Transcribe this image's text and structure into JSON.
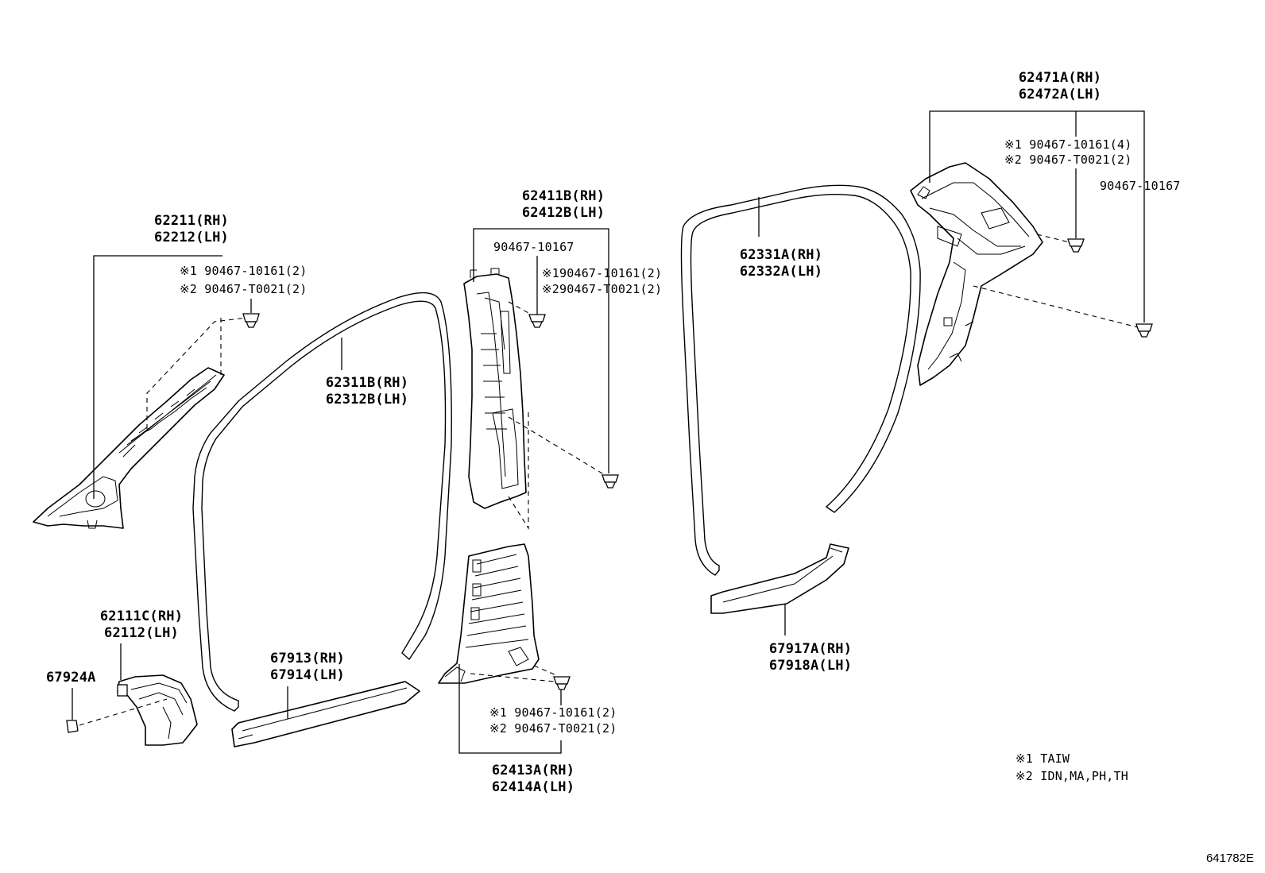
{
  "parts": {
    "p62211": {
      "rh": "62211(RH)",
      "lh": "62212(LH)",
      "clip1": "※1 90467-10161(2)",
      "clip2": "※2 90467-T0021(2)"
    },
    "p62111": {
      "rh": "62111C(RH)",
      "lh": "62112(LH)"
    },
    "p67924": {
      "label": "67924A"
    },
    "p62311": {
      "rh": "62311B(RH)",
      "lh": "62312B(LH)"
    },
    "p67913": {
      "rh": "67913(RH)",
      "lh": "67914(LH)"
    },
    "p62411": {
      "rh": "62411B(RH)",
      "lh": "62412B(LH)",
      "clip0": "90467-10167",
      "clip1": "※190467-10161(2)",
      "clip2": "※290467-T0021(2)"
    },
    "p62413": {
      "rh": "62413A(RH)",
      "lh": "62414A(LH)",
      "clip1": "※1 90467-10161(2)",
      "clip2": "※2 90467-T0021(2)"
    },
    "p62331": {
      "rh": "62331A(RH)",
      "lh": "62332A(LH)"
    },
    "p67917": {
      "rh": "67917A(RH)",
      "lh": "67918A(LH)"
    },
    "p62471": {
      "rh": "62471A(RH)",
      "lh": "62472A(LH)",
      "clip1": "※1 90467-10161(4)",
      "clip2": "※2 90467-T0021(2)",
      "clip0": "90467-10167"
    }
  },
  "legend": {
    "note1": "※1 TAIW",
    "note2": "※2 IDN,MA,PH,TH"
  },
  "diagram_code": "641782E"
}
